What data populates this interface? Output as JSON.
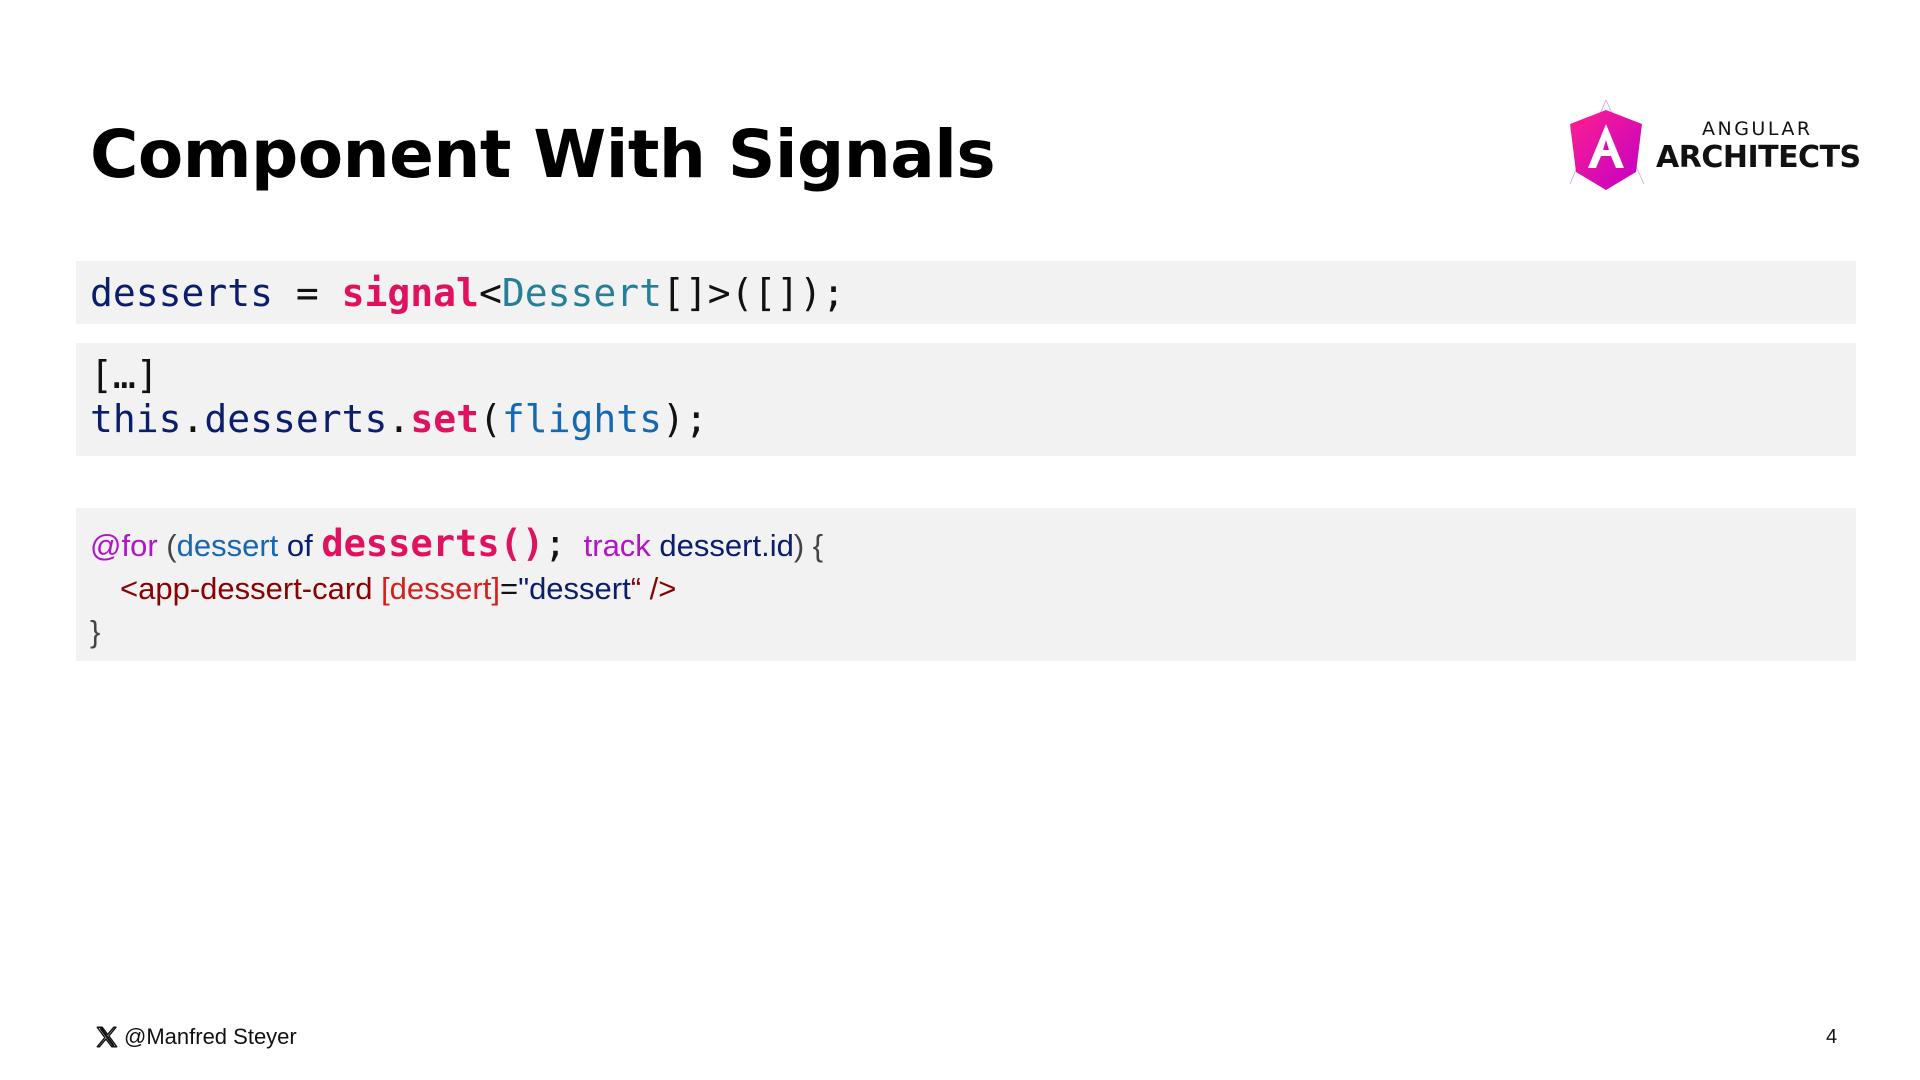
{
  "slide": {
    "title": "Component With Signals",
    "page_number": "4"
  },
  "logo": {
    "top_text": "ANGULAR",
    "bottom_text": "ARCHITECTS"
  },
  "footer": {
    "handle": "@Manfred Steyer"
  },
  "code_block_1": {
    "var": "desserts",
    "op": " = ",
    "fn": "signal",
    "lt": "<",
    "type": "Dessert",
    "rest": "[]>([]);"
  },
  "code_block_2": {
    "line1": "[…]",
    "this": "this",
    "dot1": ".",
    "prop": "desserts",
    "dot2": ".",
    "method": "set",
    "paren_open": "(",
    "arg": "flights",
    "paren_close": ");"
  },
  "code_block_3": {
    "for_kw": "@for",
    "paren_open": " (",
    "item": "dessert",
    "of_kw": " of ",
    "collection": "desserts()",
    "semicolon": ";",
    "track_kw": "  track ",
    "track_expr": "dessert.id",
    "paren_close": ") {",
    "tag": "<app-dessert-card",
    "space": " ",
    "attr": "[dessert]",
    "eq": "=",
    "value": "\"dessert",
    "close_quote": "“ />",
    "brace_close": "}"
  },
  "colors": {
    "accent_pink": "#e0115f",
    "code_background": "#f2f2f2",
    "navy": "#0b1e6e",
    "teal": "#267f99"
  }
}
